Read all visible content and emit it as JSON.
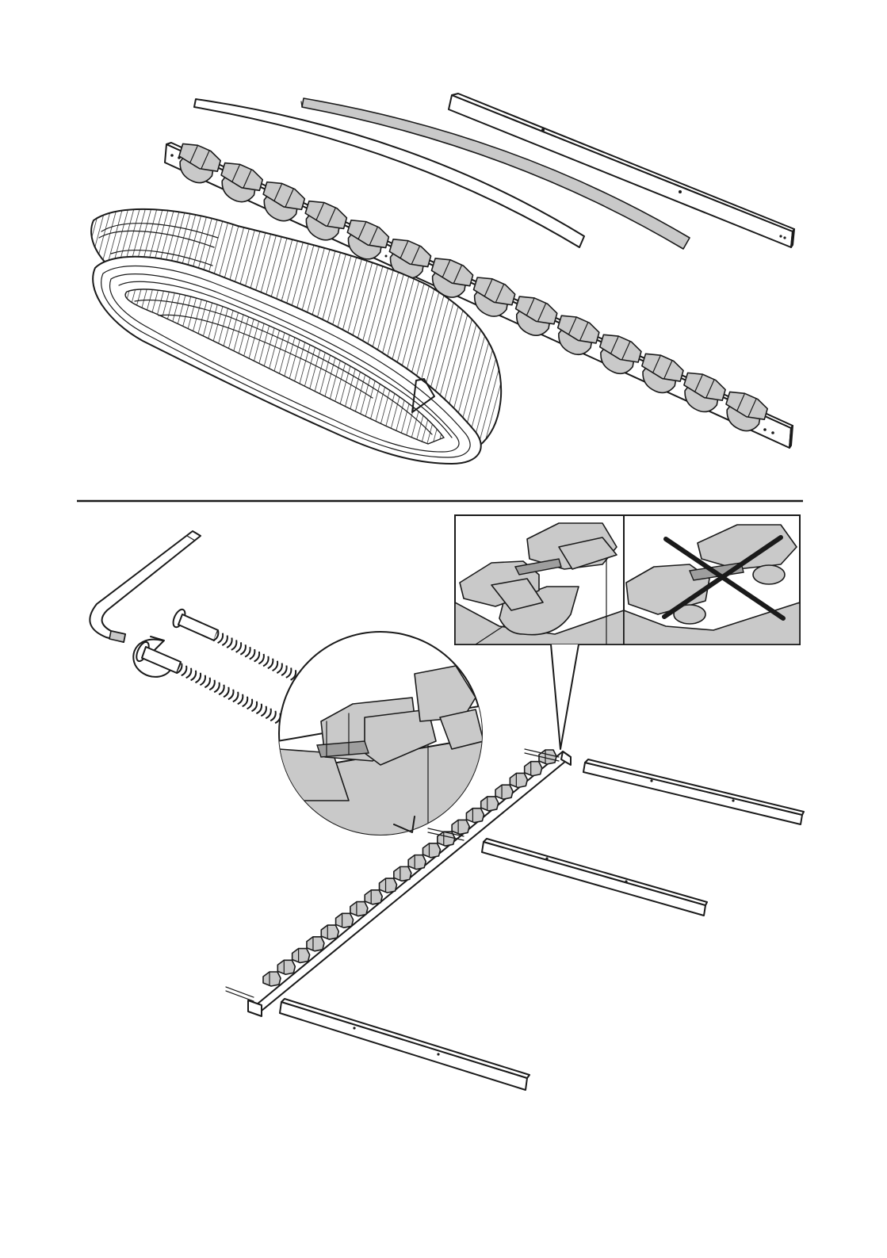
{
  "document": {
    "type": "assembly-instruction-page",
    "text_content": [],
    "panels": [
      {
        "id": "parts-overview",
        "content": [
          "rolled-slat-belt",
          "slat-holder-rail",
          "curved-slat",
          "curved-slat-grey",
          "side-rail"
        ]
      },
      {
        "id": "assembly-step",
        "content": [
          "allen-key",
          "screw",
          "screw",
          "slat-holder-rail",
          "cross-rail",
          "cross-rail",
          "cross-rail"
        ]
      },
      {
        "id": "detail-correct",
        "verdict": "correct"
      },
      {
        "id": "detail-incorrect",
        "verdict": "incorrect",
        "mark": "cross"
      }
    ],
    "colors": {
      "line": "#1a1a1a",
      "shade": "#c9c9c9",
      "dark_shade": "#9e9e9e",
      "paper": "#ffffff"
    },
    "icons": [
      "rotate-arrow-icon",
      "cross-mark-icon"
    ]
  }
}
